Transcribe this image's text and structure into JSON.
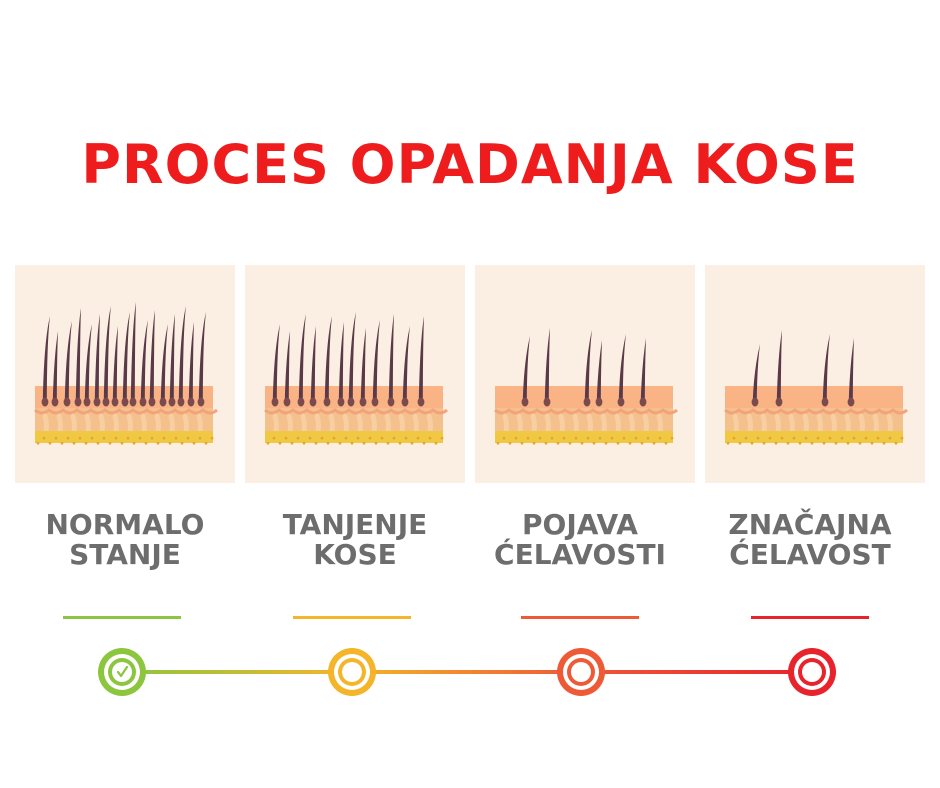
{
  "title": "PROCES OPADANJA KOSE",
  "colors": {
    "title": "#ee1c1c",
    "label": "#6d6d6d",
    "panel_bg": "#fbeee2",
    "skin": "#f4c08c",
    "skin_top": "#f9b384",
    "dermis": "#f3a37c",
    "fat": "#f0c844",
    "hair": "#5a3a48"
  },
  "stages": [
    {
      "line1": "NORMALO",
      "line2": "STANJE",
      "color": "#8cc63f",
      "hair_density": 4,
      "checked": true
    },
    {
      "line1": "TANJENJE",
      "line2": "KOSE",
      "color": "#f4b52b",
      "hair_density": 3,
      "checked": false
    },
    {
      "line1": "POJAVA",
      "line2": "ĆELAVOSTI",
      "color": "#ee5a36",
      "hair_density": 2,
      "checked": false
    },
    {
      "line1": "ZNAČAJNA",
      "line2": "ĆELAVOST",
      "color": "#e7232b",
      "hair_density": 1,
      "checked": false
    }
  ]
}
